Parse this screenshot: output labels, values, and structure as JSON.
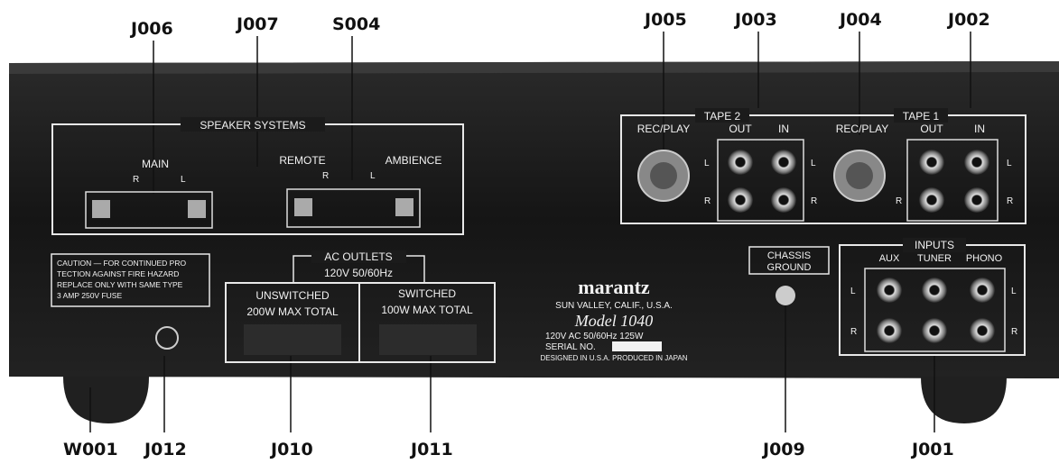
{
  "callouts": {
    "j006": "J006",
    "j007": "J007",
    "s004": "S004",
    "j005": "J005",
    "j003": "J003",
    "j004": "J004",
    "j002": "J002",
    "w001": "W001",
    "j012": "J012",
    "j010": "J010",
    "j011": "J011",
    "j009": "J009",
    "j001": "J001"
  },
  "speakers": {
    "title": "SPEAKER SYSTEMS",
    "main": "MAIN",
    "remote": "REMOTE",
    "ambience": "AMBIENCE",
    "r": "R",
    "l": "L"
  },
  "tape2": {
    "title": "TAPE 2",
    "recplay": "REC/PLAY",
    "out": "OUT",
    "in": "IN"
  },
  "tape1": {
    "title": "TAPE 1",
    "recplay": "REC/PLAY",
    "out": "OUT",
    "in": "IN"
  },
  "channels": {
    "l": "L",
    "r": "R"
  },
  "caution": {
    "line1": "CAUTION — FOR CONTINUED PRO",
    "line2": "TECTION AGAINST FIRE HAZARD",
    "line3": "REPLACE ONLY WITH SAME TYPE",
    "line4": "3 AMP   250V FUSE"
  },
  "ac": {
    "title": "AC OUTLETS",
    "subtitle": "120V  50/60Hz",
    "unswitched": "UNSWITCHED",
    "unswitched_rating": "200W MAX TOTAL",
    "switched": "SWITCHED",
    "switched_rating": "100W MAX TOTAL"
  },
  "brand": {
    "name": "marantz",
    "location": "SUN VALLEY, CALIF., U.S.A.",
    "model": "Model 1040",
    "power": "120V  AC  50/60Hz  125W",
    "serial": "SERIAL  NO.",
    "origin": "DESIGNED IN U.S.A. PRODUCED IN JAPAN"
  },
  "chassis": {
    "line1": "CHASSIS",
    "line2": "GROUND"
  },
  "inputs": {
    "title": "INPUTS",
    "aux": "AUX",
    "tuner": "TUNER",
    "phono": "PHONO"
  },
  "colors": {
    "panel": "#1b1b1b",
    "silk": "#f2f2f2",
    "paper": "#ffffff"
  }
}
